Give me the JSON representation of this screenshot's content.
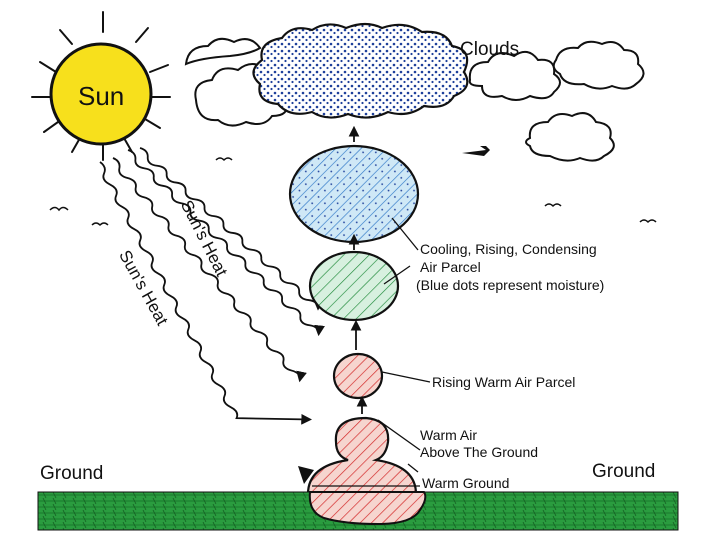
{
  "labels": {
    "sun": "Sun",
    "clouds": "Clouds",
    "suns_heat_1": "Sun's Heat",
    "suns_heat_2": "Sun's Heat",
    "cooling": [
      "Cooling, Rising, Condensing",
      "Air Parcel",
      "(Blue dots represent moisture)"
    ],
    "rising_warm": "Rising Warm Air Parcel",
    "warm_air": [
      "Warm Air",
      "Above The Ground"
    ],
    "warm_ground": "Warm Ground",
    "ground_left": "Ground",
    "ground_right": "Ground"
  },
  "colors": {
    "sun_fill": "#f7e01c",
    "cloud_dots": "#1d3f9a",
    "blue_parcel": "#cfe8f6",
    "blue_hatch": "#2f78c8",
    "green_parcel": "#d7f0df",
    "green_hatch": "#1f8a3a",
    "red_parcel": "#f6d5cf",
    "red_hatch": "#d42b2b",
    "grass": "#1f9a3a"
  }
}
